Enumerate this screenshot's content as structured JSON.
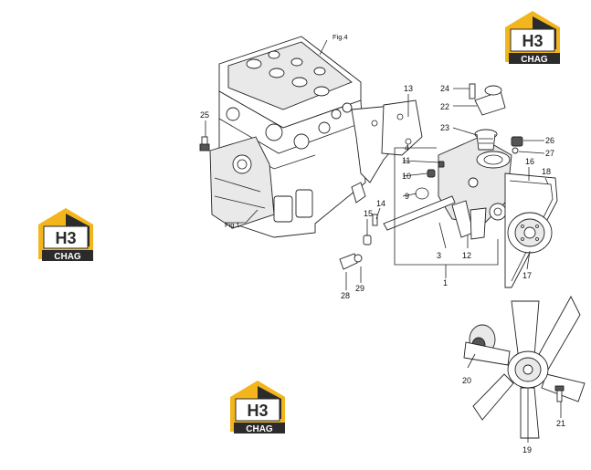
{
  "figure_refs": {
    "fig4": "Fig.4",
    "fig1": "Fig.1"
  },
  "callouts": {
    "c1": "1",
    "c3": "3",
    "c4": "4",
    "c9": "9",
    "c10": "10",
    "c11": "11",
    "c12": "12",
    "c13": "13",
    "c14": "14",
    "c15": "15",
    "c16": "16",
    "c17": "17",
    "c18": "18",
    "c19": "19",
    "c20": "20",
    "c21": "21",
    "c22": "22",
    "c23": "23",
    "c24": "24",
    "c25": "25",
    "c26": "26",
    "c27": "27",
    "c28": "28",
    "c29": "29"
  },
  "watermark": {
    "mark": "H3",
    "word": "CHAG",
    "colors": {
      "yellow": "#f2b51c",
      "dark": "#2b2b2b",
      "white": "#ffffff"
    }
  },
  "colors": {
    "line": "#222222",
    "background": "#ffffff"
  }
}
